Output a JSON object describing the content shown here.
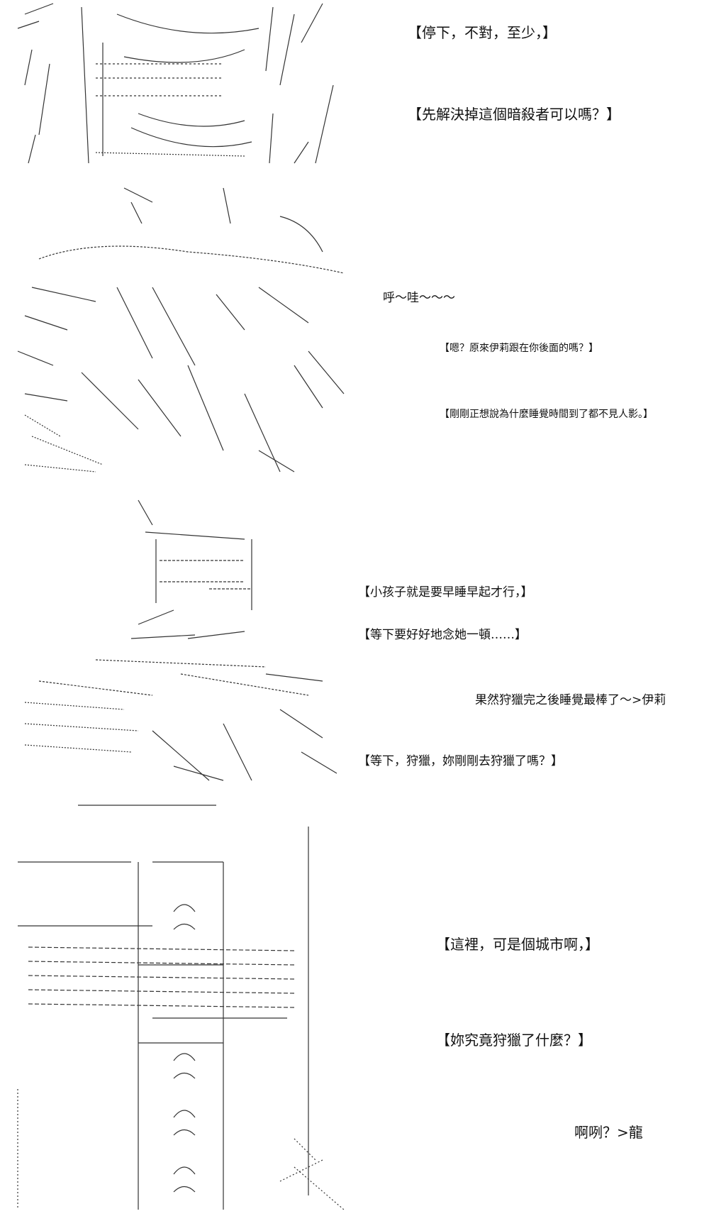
{
  "panels": [
    {
      "lines": [
        "【停下，不對，至少，】",
        "【先解決掉這個暗殺者可以嗎？】"
      ]
    },
    {
      "lines": [
        "呼～哇～～～",
        "【嗯？原來伊莉跟在你後面的嗎？】",
        "【剛剛正想說為什麼睡覺時間到了都不見人影。】"
      ]
    },
    {
      "lines": [
        "【小孩子就是要早睡早起才行，】",
        "【等下要好好地念她一頓……】",
        "果然狩獵完之後睡覺最棒了～>伊莉",
        "【等下，狩獵，妳剛剛去狩獵了嗎？】"
      ]
    },
    {
      "lines": [
        "【這裡，可是個城市啊，】",
        "【妳究竟狩獵了什麼？】",
        "啊咧？>龍"
      ]
    }
  ]
}
